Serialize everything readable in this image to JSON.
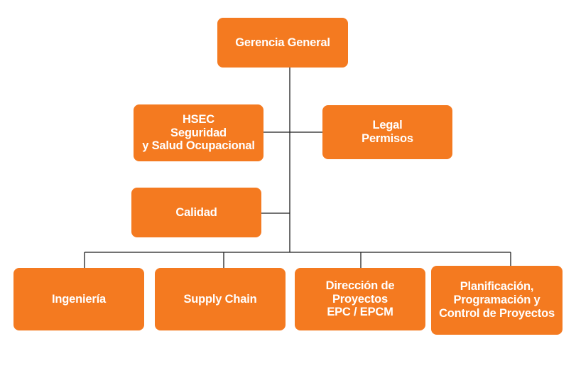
{
  "colors": {
    "box": "#f47a20",
    "connector": "#1f1f1f",
    "text": "#ffffff"
  },
  "chart": {
    "root": {
      "label": "Gerencia General"
    },
    "staff": [
      {
        "id": "hsec",
        "label": "HSEC\nSeguridad\ny Salud Ocupacional"
      },
      {
        "id": "legal",
        "label": "Legal\nPermisos"
      },
      {
        "id": "calidad",
        "label": "Calidad"
      }
    ],
    "departments": [
      {
        "id": "ingenieria",
        "label": "Ingeniería"
      },
      {
        "id": "supply",
        "label": "Supply Chain"
      },
      {
        "id": "direccion",
        "label": "Dirección de Proyectos\nEPC / EPCM"
      },
      {
        "id": "planif",
        "label": "Planificación,\nProgramación y\nControl de Proyectos"
      }
    ]
  }
}
